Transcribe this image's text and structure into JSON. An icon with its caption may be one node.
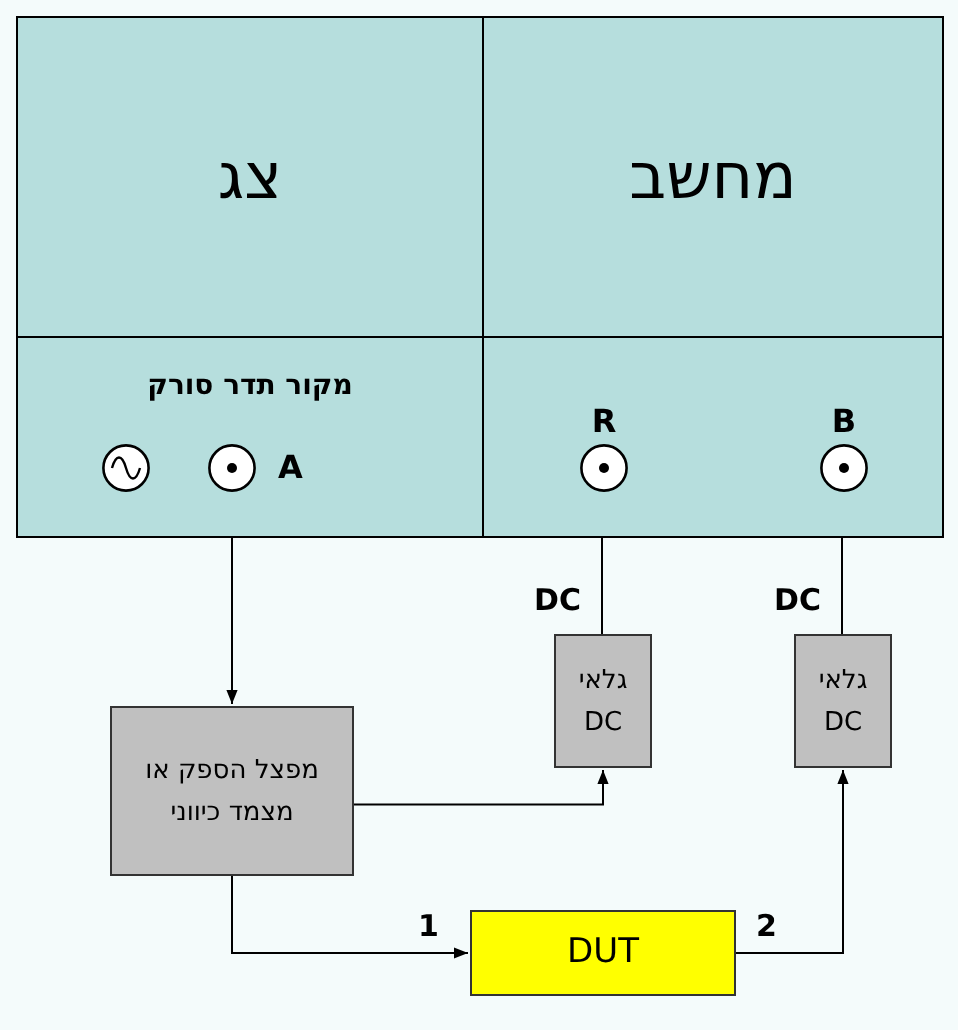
{
  "diagram": {
    "nodes": [
      {
        "text": [
          "צג"
        ]
      },
      {
        "text": [
          "מחשב"
        ]
      },
      {
        "text": [
          "מקור תדר סורק"
        ]
      },
      {
        "text": [],
        "shape": "circle",
        "in": 2
      },
      {
        "text": [
          "A"
        ],
        "in": 2
      },
      {
        "text": [],
        "shape": "box"
      },
      {
        "text": [
          "R"
        ],
        "in": 5
      },
      {
        "text": [
          "B"
        ],
        "in": 5
      },
      {
        "text": [
          "מפצל הספק או מצמד כיווני"
        ]
      },
      {
        "text": [
          "גלאי DC"
        ]
      },
      {
        "text": [
          "גלאי DC"
        ]
      },
      {
        "text": [
          "DUT"
        ]
      }
    ],
    "edges": [
      {
        "from": 4,
        "to": 8,
        "arrow": "to"
      },
      {
        "from": 8,
        "to": 9,
        "arrow": "to"
      },
      {
        "from": 9,
        "to": 6,
        "arrow": "to",
        "label": "DC"
      },
      {
        "from": 8,
        "to": 11,
        "arrow": "to",
        "label": "1"
      },
      {
        "from": 11,
        "to": 10,
        "arrow": "to",
        "label": "2"
      },
      {
        "from": 10,
        "to": 7,
        "arrow": "to",
        "label": "DC"
      }
    ]
  }
}
